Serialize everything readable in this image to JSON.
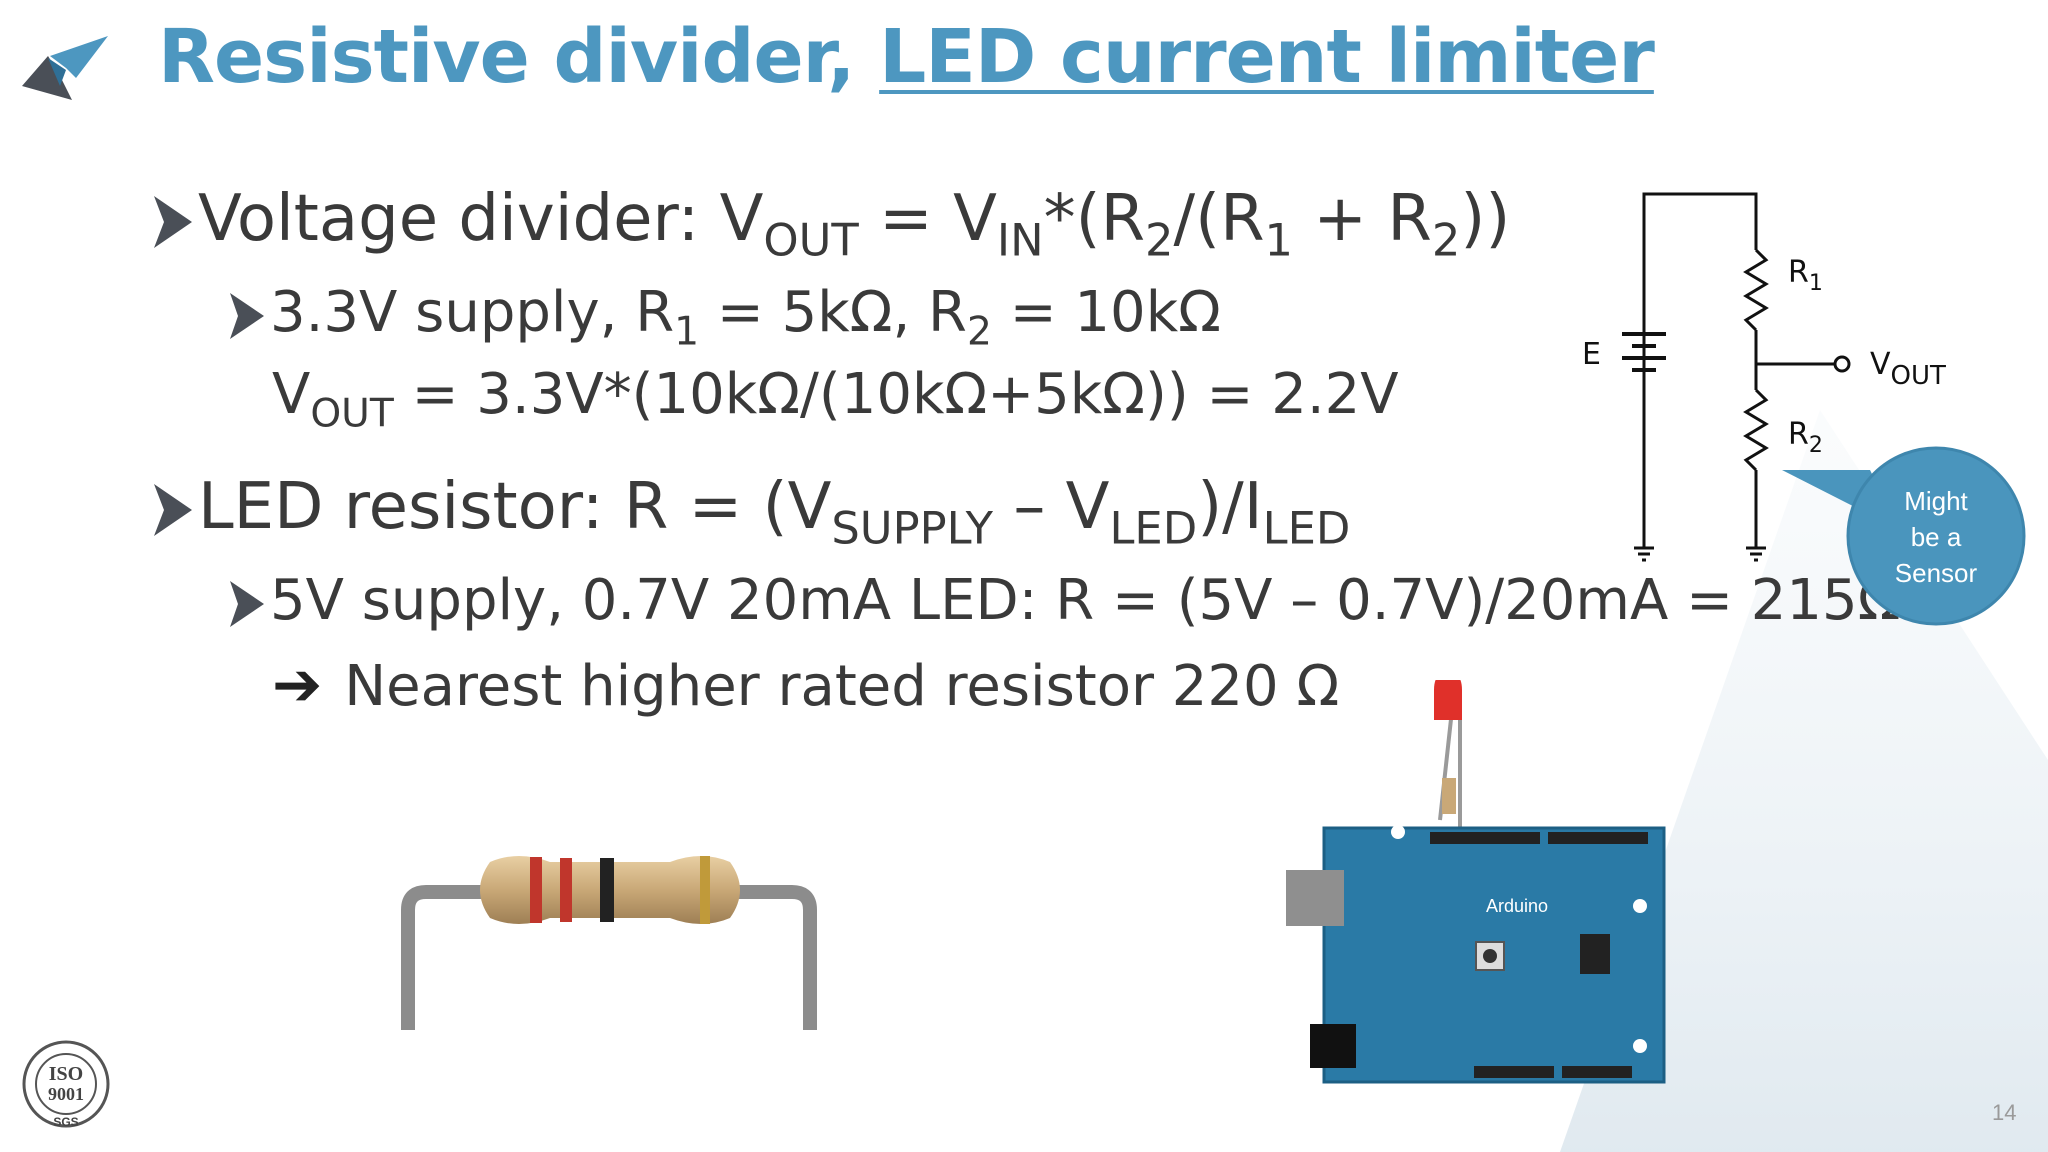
{
  "slide": {
    "title_part1": "Resistive divider, ",
    "title_part2": "LED current limiter",
    "bullet_icon": "chevron-right-icon",
    "bullets": {
      "b1": {
        "pre": "Voltage divider: V",
        "s1": "OUT",
        "t1": " = V",
        "s2": "IN",
        "t2": "*(R",
        "s3": "2",
        "t3": "/(R",
        "s4": "1",
        "t4": " + R",
        "s5": "2",
        "t5": "))"
      },
      "b2": {
        "pre": "3.3V supply, R",
        "s1": "1",
        "t1": " = 5kΩ, R",
        "s2": "2",
        "t2": " = 10kΩ"
      },
      "b3": {
        "pre": "V",
        "s1": "OUT",
        "t1": " = 3.3V*(10kΩ/(10kΩ+5kΩ)) = 2.2V"
      },
      "b4": {
        "pre": "LED resistor: R = (V",
        "s1": "SUPPLY",
        "t1": " – V",
        "s2": "LED",
        "t2": ")/I",
        "s3": "LED"
      },
      "b5": {
        "text": "5V supply, 0.7V 20mA LED: R = (5V – 0.7V)/20mA = 215Ω"
      },
      "b6": {
        "arrow": "➔",
        "text": "Nearest higher rated resistor 220 Ω"
      }
    },
    "circuit": {
      "source_label": "E",
      "r1_label": "R",
      "r1_sub": "1",
      "r2_label": "R",
      "r2_sub": "2",
      "vout_label": "V",
      "vout_sub": "OUT"
    },
    "callout": {
      "line1": "Might",
      "line2": "be a",
      "line3": "Sensor"
    },
    "arduino_label": "Arduino",
    "iso_label": "ISO",
    "iso_number": "9001",
    "iso_org": "SGS",
    "page_number": "14",
    "colors": {
      "title": "#4d97c0",
      "callout": "#4a95bd",
      "board": "#2a7aa6",
      "text": "#3a3a3a"
    }
  }
}
